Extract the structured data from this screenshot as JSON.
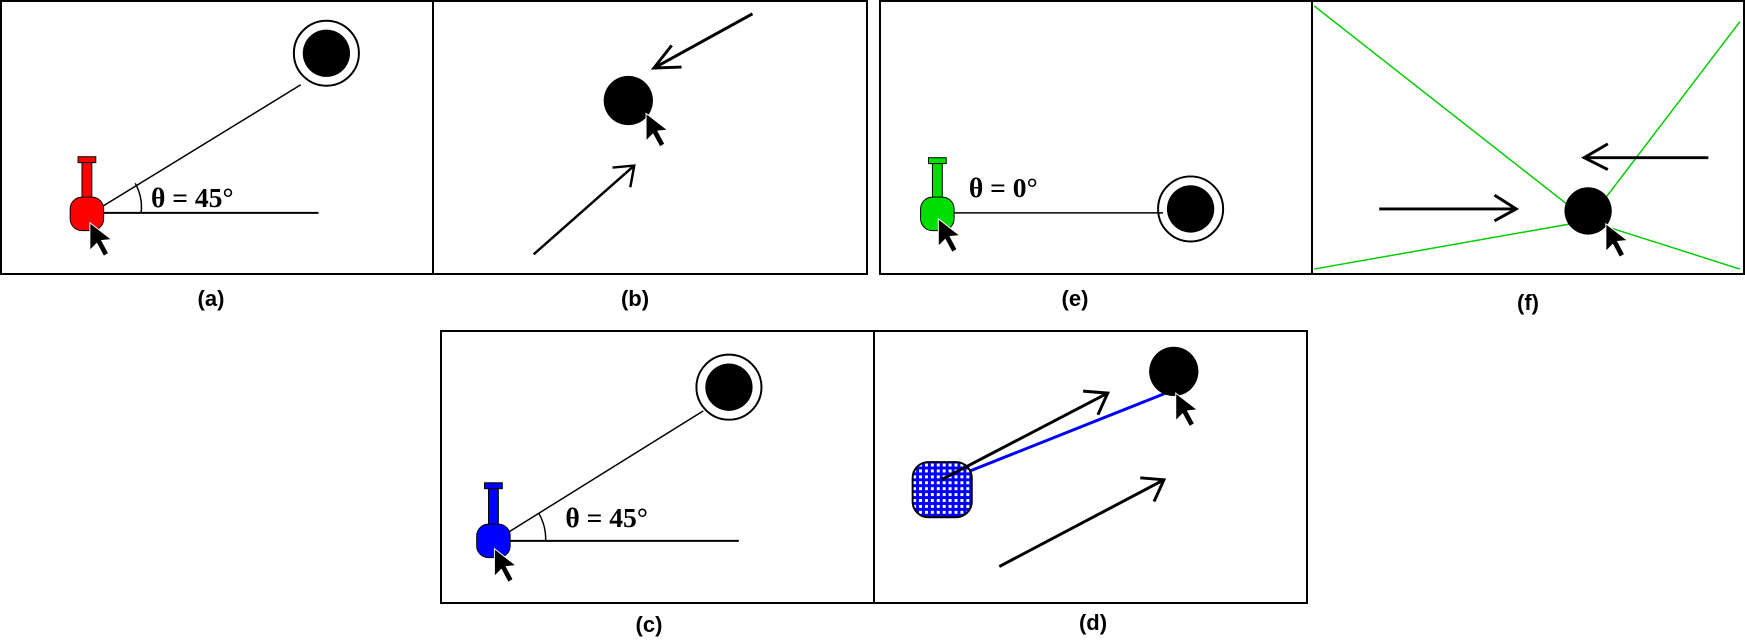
{
  "captions": {
    "a": "(a)",
    "b": "(b)",
    "c": "(c)",
    "d": "(d)",
    "e": "(e)",
    "f": "(f)"
  },
  "angle_labels": {
    "a": "θ = 45°",
    "c": "θ = 45°",
    "e": "θ = 0°"
  },
  "colors": {
    "panel_a_tool": "#ff0000",
    "panel_c_tool": "#0000ff",
    "panel_e_tool": "#00dd00",
    "panel_d_link": "#0000ff",
    "panel_f_lines": "#00cc00",
    "ink": "#000000"
  },
  "icons": {
    "tool": "flask-tool-icon",
    "cursor": "mouse-pointer-icon",
    "target": "target-disc-icon",
    "arrow": "motion-arrow-icon",
    "grid_source": "grid-blob-icon"
  }
}
